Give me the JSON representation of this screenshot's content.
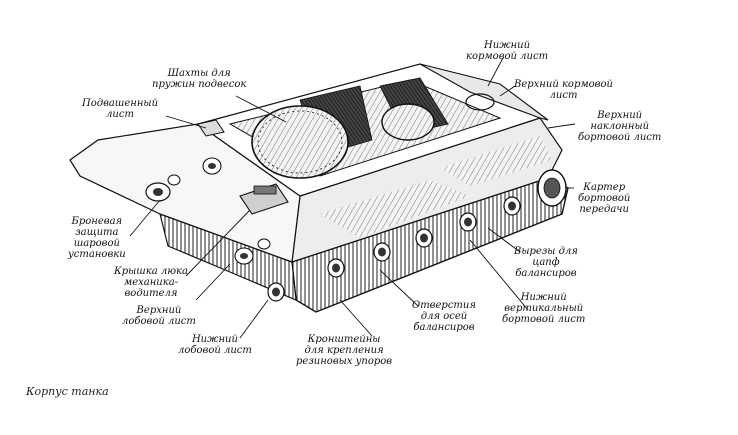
{
  "figure": {
    "caption": "Корпус танка",
    "labels": {
      "lower_stern_plate": "Нижний\nкормовой лист",
      "upper_stern_plate": "Верхний кормовой\nлист",
      "upper_sloped_side_plate": "Верхний\nнаклонный\nбортовой лист",
      "final_drive_housing": "Картер\nбортовой\nпередачи",
      "balancer_pin_cutouts": "Вырезы для\nцапф\nбалансиров",
      "lower_vertical_side_plate": "Нижний\nвертикальный\nбортовой лист",
      "balancer_axle_holes": "Отверстия\nдля осей\nбалансиров",
      "rubber_stop_brackets": "Кронштейны\nдля крепления\nрезиновых упоров",
      "lower_front_plate": "Нижний\nлобовой лист",
      "upper_front_plate": "Верхний\nлобовой лист",
      "driver_hatch_cover": "Крышка люка\nмеханика-\nводителя",
      "ball_mount_armor": "Броневая\nзащита\nшаровой\nустановки",
      "suspended_plate": "Подвашенный\nлист",
      "spring_shafts": "Шахты для\nпружин подвесок"
    }
  }
}
